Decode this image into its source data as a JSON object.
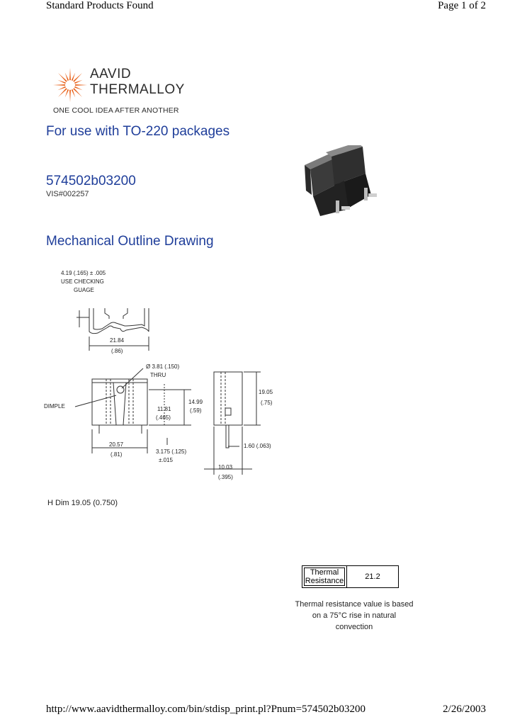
{
  "header": {
    "left": "Standard Products Found",
    "right": "Page 1 of 2"
  },
  "footer": {
    "url": "http://www.aavidthermalloy.com/bin/stdisp_print.pl?Pnum=574502b03200",
    "date": "2/26/2003"
  },
  "logo": {
    "line1": "AAVID",
    "line2": "THERMALLOY",
    "tagline": "ONE COOL IDEA AFTER ANOTHER",
    "accent_color": "#e8631c"
  },
  "product": {
    "usage": "For use with TO-220 packages",
    "part_number": "574502b03200",
    "vis": "VIS#002257",
    "section_title": "Mechanical Outline Drawing",
    "h_dim": "H Dim 19.05 (0.750)"
  },
  "drawing": {
    "top_note_1": "4.19 (.165) ± .005",
    "top_note_2": "USE CHECKING",
    "top_note_3": "GUAGE",
    "width_mm": "21.84",
    "width_in": "(.86)",
    "hole_1": "Ø 3.81 (.150)",
    "hole_2": "THRU",
    "dimple": "DIMPLE",
    "h1_mm": "11.81",
    "h1_in": "(.465)",
    "h2_mm": "14.99",
    "h2_in": "(.59)",
    "base_mm": "20.57",
    "base_in": "(.81)",
    "pin_mm": "3.175 (.125)",
    "pin_tol": "±.015",
    "side_h_mm": "19.05",
    "side_h_in": "(.75)",
    "pin_w": "1.60 (.063)",
    "side_w_mm": "10.03",
    "side_w_in": "(.395)"
  },
  "thermal": {
    "label_1": "Thermal",
    "label_2": "Resistance",
    "value": "21.2",
    "note": "Thermal resistance value is based on a 75°C rise in natural convection"
  }
}
